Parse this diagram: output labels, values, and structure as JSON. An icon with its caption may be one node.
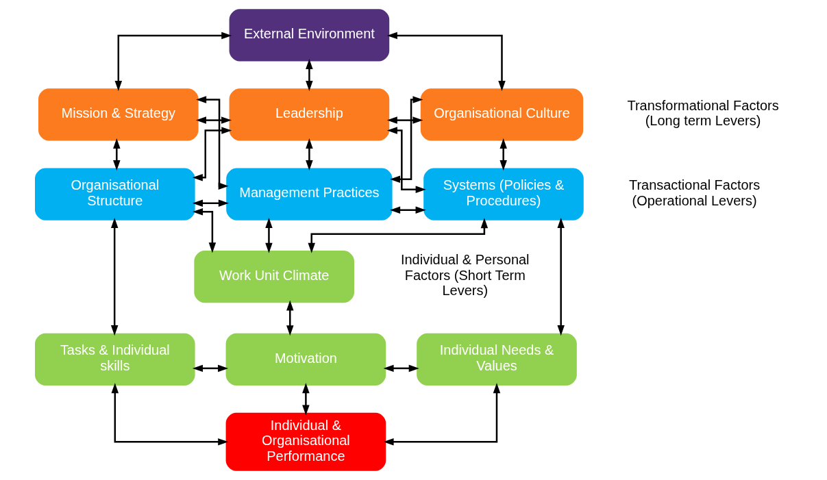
{
  "diagram": {
    "nodes": [
      {
        "text": [
          "External Environment"
        ]
      },
      {
        "text": [
          "Mission & Strategy"
        ]
      },
      {
        "text": [
          "Leadership"
        ]
      },
      {
        "text": [
          "Organisational Culture"
        ]
      },
      {
        "text": [
          "Organisational Structure"
        ]
      },
      {
        "text": [
          "Management Practices"
        ]
      },
      {
        "text": [
          "Systems (Policies & Procedures)"
        ]
      },
      {
        "text": [
          "Work Unit Climate"
        ]
      },
      {
        "text": [
          "Tasks & Individual skills"
        ]
      },
      {
        "text": [
          "Motivation"
        ]
      },
      {
        "text": [
          "Individual Needs & Values"
        ]
      },
      {
        "text": [
          "Individual & Organisational Performance"
        ]
      }
    ],
    "edges": [
      {
        "from": 0,
        "to": 1,
        "arrow": "both"
      },
      {
        "from": 0,
        "to": 2,
        "arrow": "both"
      },
      {
        "from": 0,
        "to": 3,
        "arrow": "both"
      },
      {
        "from": 1,
        "to": 2,
        "arrow": "both"
      },
      {
        "from": 2,
        "to": 3,
        "arrow": "both"
      },
      {
        "from": 1,
        "to": 4,
        "arrow": "both"
      },
      {
        "from": 1,
        "to": 5,
        "arrow": "both"
      },
      {
        "from": 2,
        "to": 4,
        "arrow": "both"
      },
      {
        "from": 2,
        "to": 5,
        "arrow": "both"
      },
      {
        "from": 2,
        "to": 6,
        "arrow": "both"
      },
      {
        "from": 3,
        "to": 5,
        "arrow": "both"
      },
      {
        "from": 3,
        "to": 6,
        "arrow": "both"
      },
      {
        "from": 4,
        "to": 5,
        "arrow": "both"
      },
      {
        "from": 5,
        "to": 6,
        "arrow": "both"
      },
      {
        "from": 4,
        "to": 7,
        "arrow": "both"
      },
      {
        "from": 5,
        "to": 7,
        "arrow": "both"
      },
      {
        "from": 6,
        "to": 7,
        "arrow": "both"
      },
      {
        "from": 4,
        "to": 8,
        "arrow": "both"
      },
      {
        "from": 6,
        "to": 10,
        "arrow": "both"
      },
      {
        "from": 7,
        "to": 9,
        "arrow": "both"
      },
      {
        "from": 8,
        "to": 9,
        "arrow": "both"
      },
      {
        "from": 9,
        "to": 10,
        "arrow": "both"
      },
      {
        "from": 8,
        "to": 11,
        "arrow": "both"
      },
      {
        "from": 9,
        "to": 11,
        "arrow": "both"
      },
      {
        "from": 10,
        "to": 11,
        "arrow": "both"
      }
    ],
    "labels": [
      "Transformational Factors (Long term Levers)",
      "Transactional Factors (Operational Levers)",
      "Individual & Personal Factors (Short Term Levers)"
    ]
  }
}
